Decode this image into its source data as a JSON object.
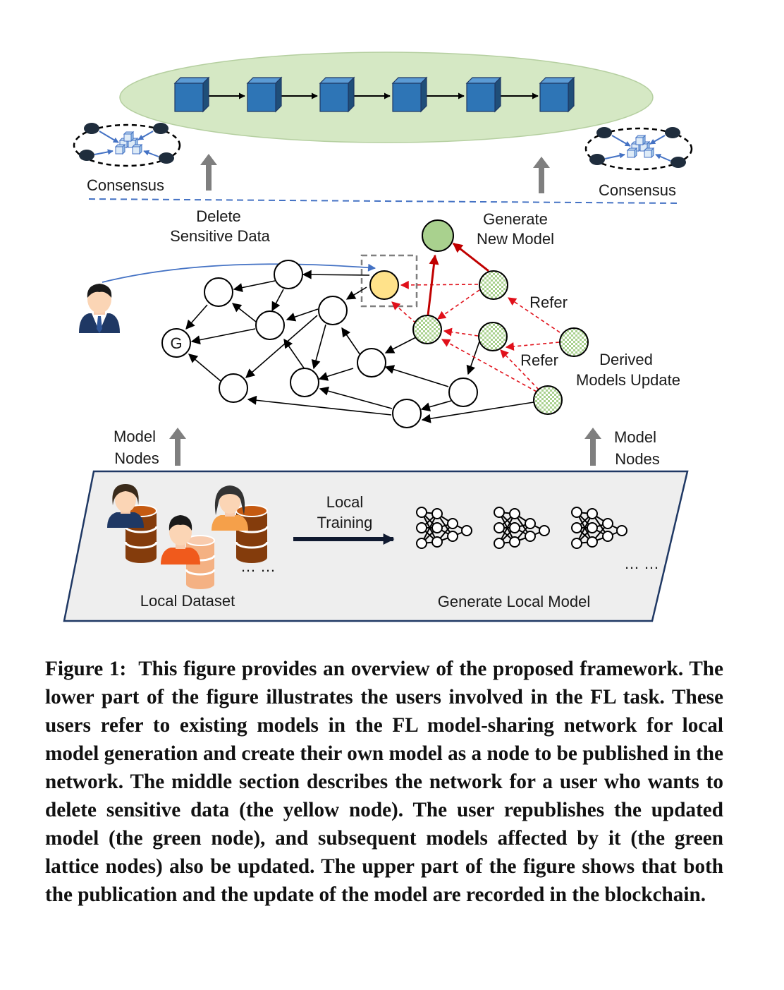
{
  "figure": {
    "labels": {
      "consensus_left": "Consensus",
      "consensus_right": "Consensus",
      "delete_line1": "Delete",
      "delete_line2": "Sensitive Data",
      "generate_line1": "Generate",
      "generate_line2": "New Model",
      "refer_top": "Refer",
      "refer_bottom": "Refer",
      "derived_line1": "Derived",
      "derived_line2": "Models Update",
      "genesis_node": "G",
      "model_nodes_left_1": "Model",
      "model_nodes_left_2": "Nodes",
      "model_nodes_right_1": "Model",
      "model_nodes_right_2": "Nodes",
      "local_training_1": "Local",
      "local_training_2": "Training",
      "local_dataset": "Local Dataset",
      "generate_local_model": "Generate Local Model",
      "ellipsis_left": "… …",
      "ellipsis_right": "… …"
    },
    "colors": {
      "blockchain_ellipse": "#d5e8c4",
      "block": "#2e75b6",
      "yellow_node": "#ffe28a",
      "green_node": "#a9d18e",
      "refer_arrow": "#e0101a",
      "update_arrow": "#c00000",
      "user_arc": "#4472c4",
      "platform": "#eeeeee"
    }
  },
  "caption": {
    "label": "Figure 1:",
    "text": "This figure provides an overview of the proposed framework. The lower part of the figure illustrates the users involved in the FL task. These users refer to existing models in the FL model-sharing network for local model generation and create their own model as a node to be published in the network. The middle section describes the network for a user who wants to delete sensitive data (the yellow node). The user republishes the updated model (the green node), and subsequent models affected by it (the green lattice nodes) also be updated. The upper part of the figure shows that both the publication and the update of the model are recorded in the blockchain."
  }
}
